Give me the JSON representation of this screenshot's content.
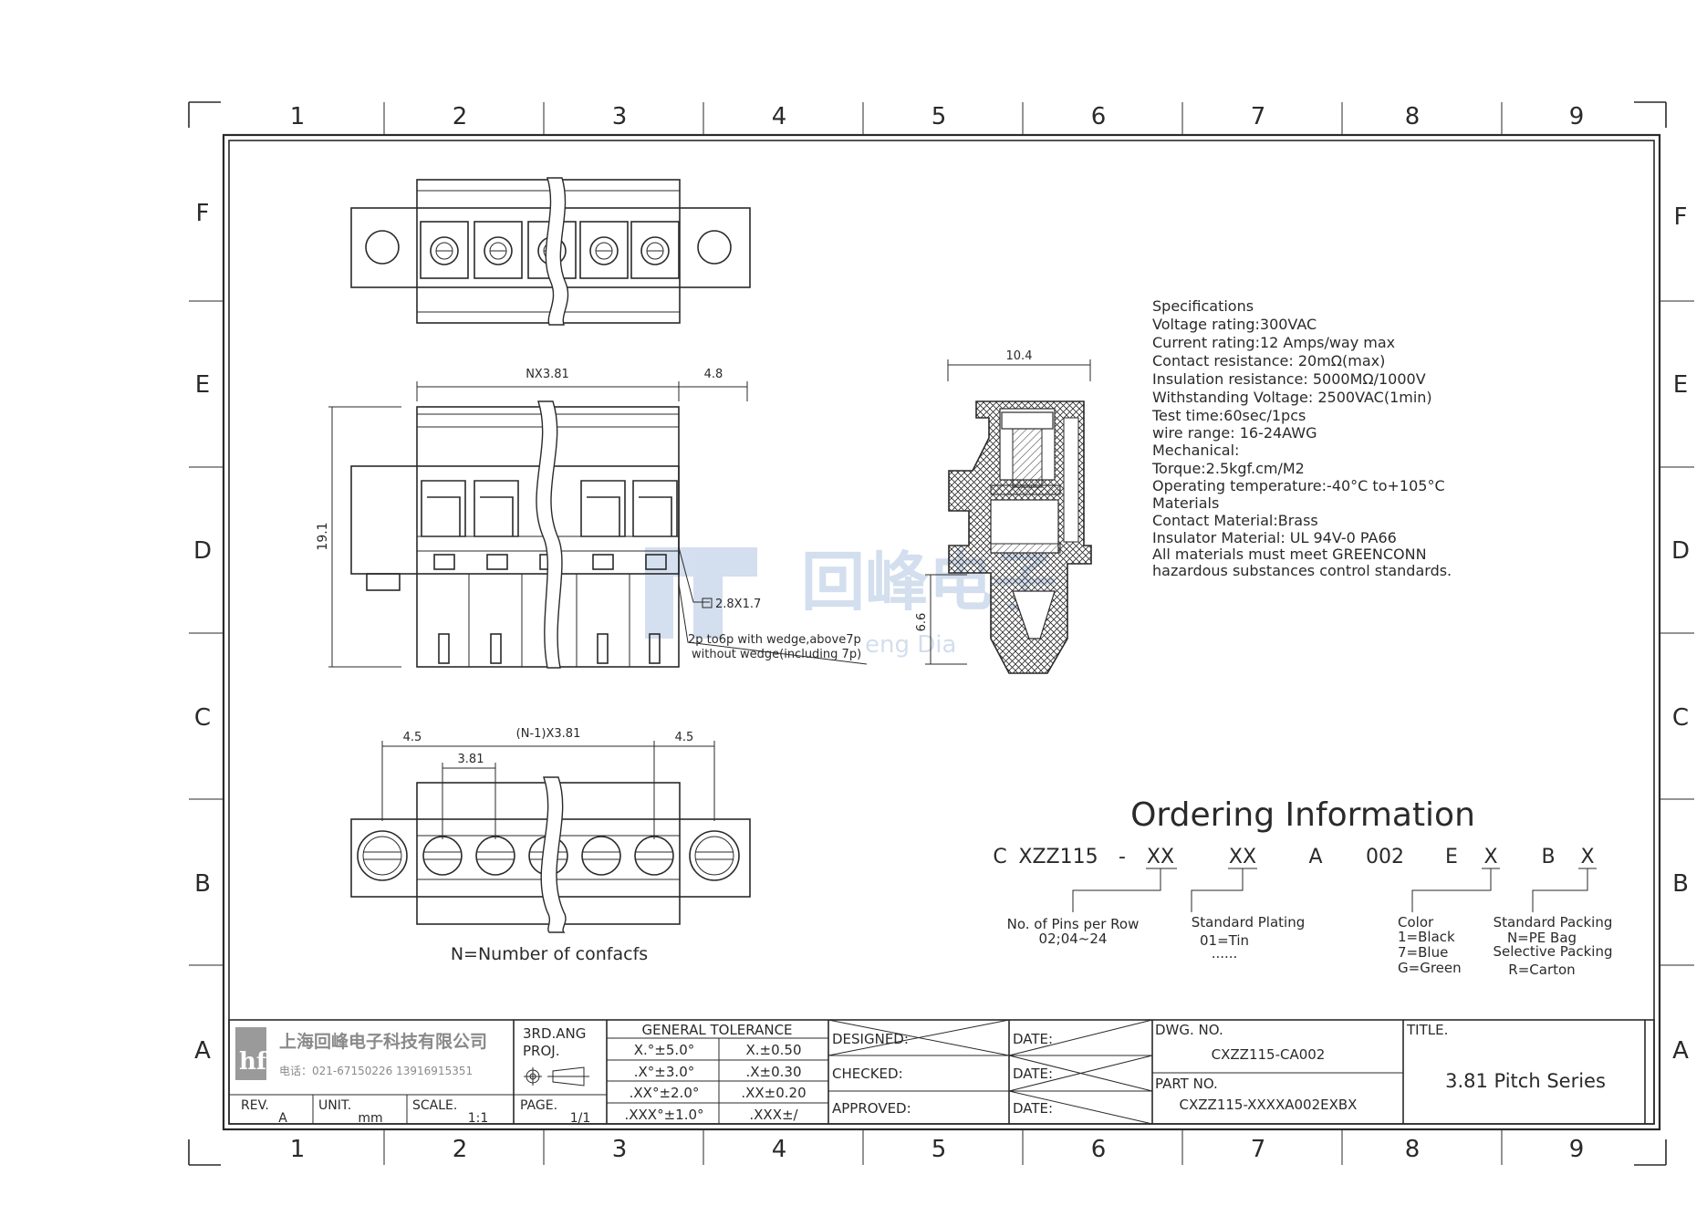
{
  "frame": {
    "columns": [
      "1",
      "2",
      "3",
      "4",
      "5",
      "6",
      "7",
      "8",
      "9"
    ],
    "rows": [
      "F",
      "E",
      "D",
      "C",
      "B",
      "A"
    ]
  },
  "dimensions": {
    "nx": "NX3.81",
    "end_gap": "4.8",
    "height": "19.1",
    "pin": "2.8X1.7",
    "wedge_line1": "2p to6p with wedge,above7p",
    "wedge_line2": "without wedge(including 7p)",
    "side_width": "10.4",
    "side_height": "6.6",
    "bottom_left": "4.5",
    "bottom_pitch": "3.81",
    "bottom_span": "(N-1)X3.81",
    "bottom_right": "4.5",
    "contacts_note": "N=Number of confacfs"
  },
  "specifications": [
    "Specifications",
    "Voltage rating:300VAC",
    "Current rating:12 Amps/way max",
    "Contact resistance: 20mΩ(max)",
    "Insulation resistance: 5000MΩ/1000V",
    "Withstanding Voltage: 2500VAC(1min)",
    "Test time:60sec/1pcs",
    "wire range: 16-24AWG",
    "Mechanical:",
    "Torque:2.5kgf.cm/M2",
    "Operating temperature:-40°C to+105°C",
    "Materials",
    "Contact Material:Brass",
    "Insulator Material: UL 94V-0 PA66",
    "All materials must meet GREENCONN",
    "hazardous substances control standards."
  ],
  "ordering": {
    "title": "Ordering Information",
    "code": [
      "C",
      "XZZ115",
      "-",
      "XX",
      "XX",
      "A",
      "002",
      "E",
      "X",
      "B",
      "X"
    ],
    "pins_label": "No. of Pins per Row",
    "pins_range": "02;04~24",
    "plating_label": "Standard Plating",
    "plating_option": "01=Tin",
    "plating_more": "......",
    "color_label": "Color",
    "color_options": [
      "1=Black",
      "7=Blue",
      "G=Green"
    ],
    "packing_label": "Standard Packing",
    "packing_std": "N=PE Bag",
    "packing_sel_label": "Selective Packing",
    "packing_sel": "R=Carton"
  },
  "watermark": {
    "cn": "回峰电子",
    "en": "eng Dia"
  },
  "title_block": {
    "company_cn": "上海回峰电子科技有限公司",
    "company_tel": "电话：021-67150226 13916915351",
    "projection_label": "3RD.ANG",
    "projection_sub": "PROJ.",
    "tolerance_title": "GENERAL TOLERANCE",
    "tolerances": [
      [
        "X.°±5.0°",
        "X.±0.50"
      ],
      [
        ".X°±3.0°",
        ".X±0.30"
      ],
      [
        ".XX°±2.0°",
        ".XX±0.20"
      ],
      [
        ".XXX°±1.0°",
        ".XXX±/"
      ]
    ],
    "designed_label": "DESIGNED:",
    "checked_label": "CHECKED:",
    "approved_label": "APPROVED:",
    "date_label": "DATE:",
    "dwg_no_label": "DWG. NO.",
    "dwg_no": "CXZZ115-CA002",
    "part_no_label": "PART NO.",
    "part_no": "CXZZ115-XXXXA002EXBX",
    "title_label": "TITLE.",
    "title": "3.81 Pitch Series",
    "rev_label": "REV.",
    "rev": "A",
    "unit_label": "UNIT.",
    "unit": "mm",
    "scale_label": "SCALE.",
    "scale": "1:1",
    "page_label": "PAGE.",
    "page": "1/1"
  },
  "colors": {
    "ink": "#2a2a2a",
    "watermark": "#3a6fb5"
  }
}
